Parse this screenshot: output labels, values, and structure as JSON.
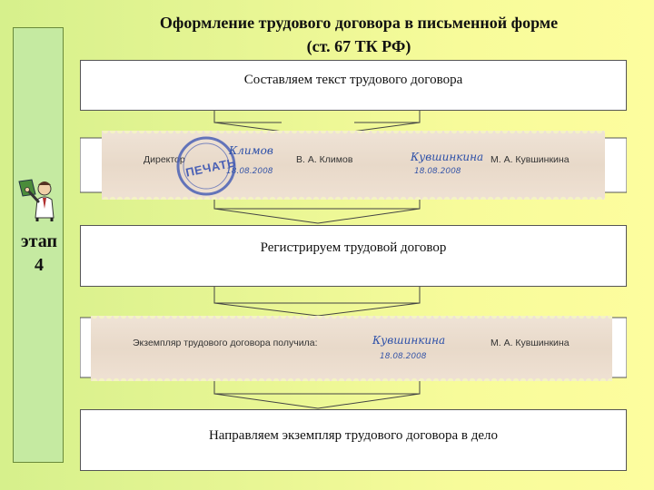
{
  "title": {
    "line1": "Оформление трудового договора в письменной форме",
    "line2": "(ст. 67 ТК РФ)"
  },
  "sidebar": {
    "stage_line1": "этап",
    "stage_line2": "4"
  },
  "steps": [
    {
      "text": "Составляем текст трудового договора"
    },
    {
      "text": "Регистрируем трудовой договор"
    },
    {
      "text": "Направляем экземпляр трудового договора в дело"
    }
  ],
  "signature_strip_1": {
    "position_label": "Директор",
    "stamp_text": "ПЕЧАТЬ",
    "director_signature": "Климов",
    "director_date": "18.08.2008",
    "director_name": "В. А. Климов",
    "employee_signature": "Кувшинкина",
    "employee_date": "18.08.2008",
    "employee_name": "М. А. Кувшинкина"
  },
  "signature_strip_2": {
    "label": "Экземпляр трудового договора получила:",
    "employee_signature": "Кувшинкина",
    "employee_date": "18.08.2008",
    "employee_name": "М. А. Кувшинкина"
  },
  "colors": {
    "accent": "#c5eaa1",
    "ink": "#2c4fa8",
    "stamp": "#4a60b5"
  },
  "icons": {
    "figure": "businessman-pointing-icon"
  }
}
